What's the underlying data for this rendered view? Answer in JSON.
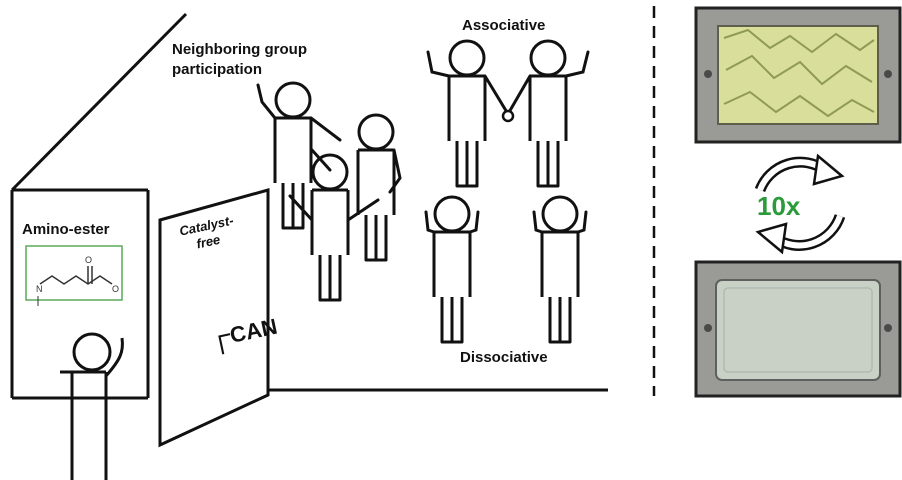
{
  "labels": {
    "neighboring_line1": "Neighboring group",
    "neighboring_line2": "participation",
    "associative": "Associative",
    "dissociative": "Dissociative",
    "amino_ester": "Amino-ester",
    "catalyst_line1": "Catalyst-",
    "catalyst_line2": "free",
    "can": "CAN",
    "cycles": "10x"
  },
  "colors": {
    "line": "#111111",
    "cycle_text": "#2a9a3a",
    "structure_box": "#5aa85a",
    "mold_frame": "#9a9a96",
    "mold_border": "#222222",
    "shredded_fill": "#d9df9a",
    "pressed_fill": "#c9d1c6"
  },
  "icons": {
    "refresh": "cycle-arrows-icon"
  }
}
